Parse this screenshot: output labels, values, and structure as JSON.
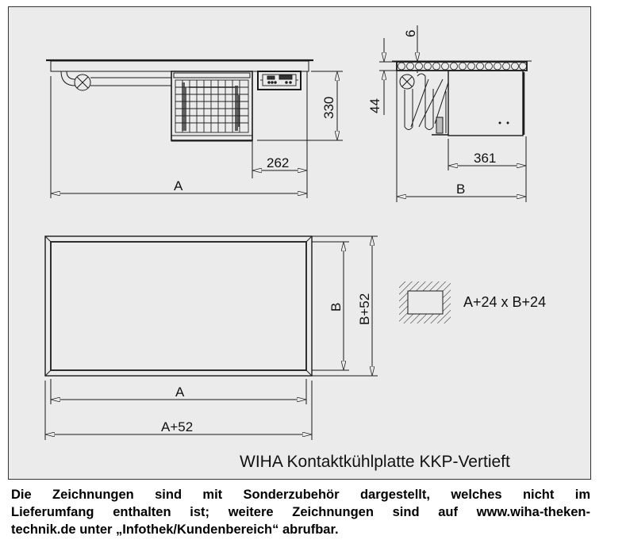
{
  "title": "WIHA Kontaktkühlplatte KKP-Vertieft",
  "colors": {
    "background": "#ebebeb",
    "frame_border": "#333333",
    "line": "#1a1a1a",
    "text": "#111111"
  },
  "views": {
    "front": {
      "dimensions": {
        "width_label": "A",
        "height_label": "330",
        "offset_label": "262"
      }
    },
    "side": {
      "dimensions": {
        "top_label": "6",
        "thickness_label": "44",
        "unit_label": "361",
        "width_label": "B"
      }
    },
    "top": {
      "dimensions": {
        "inner_width_label": "A",
        "outer_width_label": "A+52",
        "inner_depth_label": "B",
        "outer_depth_label": "B+52"
      }
    },
    "cutout": {
      "label": "A+24 x B+24"
    }
  },
  "footnote": {
    "line1": "Die Zeichnungen sind mit Sonderzubehör dargestellt, welches nicht im",
    "line2": "Lieferumfang enthalten ist; weitere Zeichnungen sind auf www.wiha-theken-",
    "line3": "technik.de unter „Infothek/Kundenbereich“ abrufbar."
  }
}
